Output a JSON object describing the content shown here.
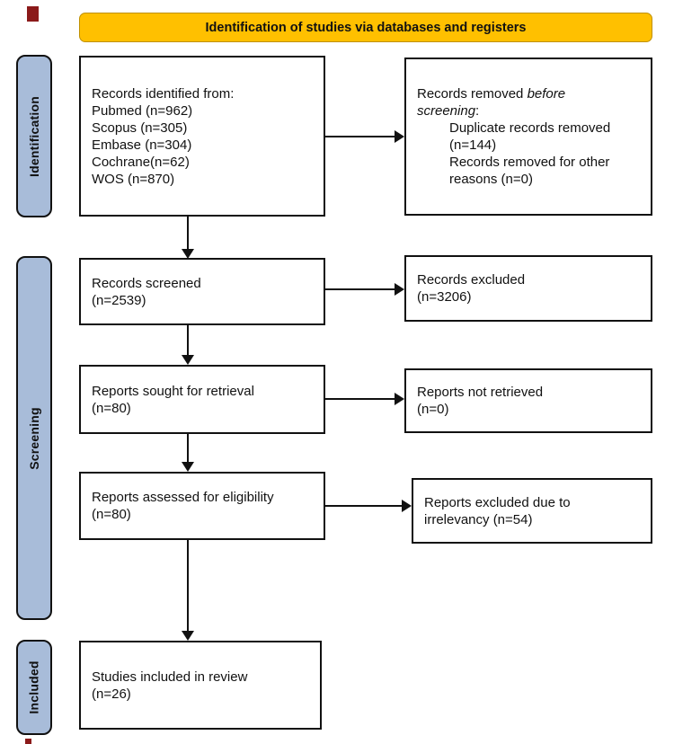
{
  "banner": {
    "label": "Identification of studies via databases and registers"
  },
  "stages": [
    {
      "label": "Identification"
    },
    {
      "label": "Screening"
    },
    {
      "label": "Included"
    }
  ],
  "boxes": {
    "identified": {
      "lines": [
        "Records identified from:",
        "Pubmed (n=962)",
        "Scopus (n=305)",
        "Embase (n=304)",
        "Cochrane(n=62)",
        "WOS (n=870)"
      ]
    },
    "removed": {
      "title_regular": "Records removed ",
      "title_italic_1": "before",
      "title_italic_2": "screening",
      "title_suffix": ":",
      "items": [
        "Duplicate records removed",
        "(n=144)",
        "Records removed for other",
        "reasons (n=0)"
      ]
    },
    "screened": {
      "lines": [
        "Records screened",
        "(n=2539)"
      ]
    },
    "excluded": {
      "lines": [
        "Records excluded",
        "(n=3206)"
      ]
    },
    "sought": {
      "lines": [
        "Reports sought for retrieval",
        "(n=80)"
      ]
    },
    "not_retrieved": {
      "lines": [
        "Reports not retrieved",
        "(n=0)"
      ]
    },
    "assessed": {
      "lines": [
        "Reports assessed for eligibility",
        "(n=80)"
      ]
    },
    "excluded_irrelevancy": {
      "lines": [
        "Reports excluded due to",
        "irrelevancy (n=54)"
      ]
    },
    "included": {
      "lines": [
        "Studies included in review",
        "(n=26)"
      ]
    }
  },
  "colors": {
    "banner_bg": "#FFC000",
    "stage_bg": "#A8BCD9",
    "line_color": "#111111",
    "marker_red": "#8B1A1A"
  }
}
